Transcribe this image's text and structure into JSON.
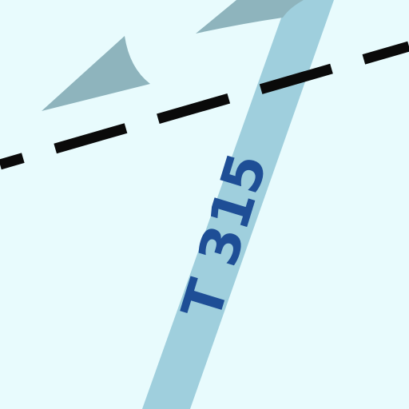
{
  "map": {
    "route_label": "T 315",
    "colors": {
      "background": "#e8fbfd",
      "route_band": "#9fcfdd",
      "route_label": "#1e4e96",
      "boundary_line": "#0a0a0a",
      "arrow_fill": "#8eb4bd"
    },
    "features": {
      "route_band": "route-band",
      "boundary_line": "dashed-boundary-line",
      "arrows": [
        "direction-arrow-icon",
        "direction-arrow-icon"
      ]
    }
  }
}
